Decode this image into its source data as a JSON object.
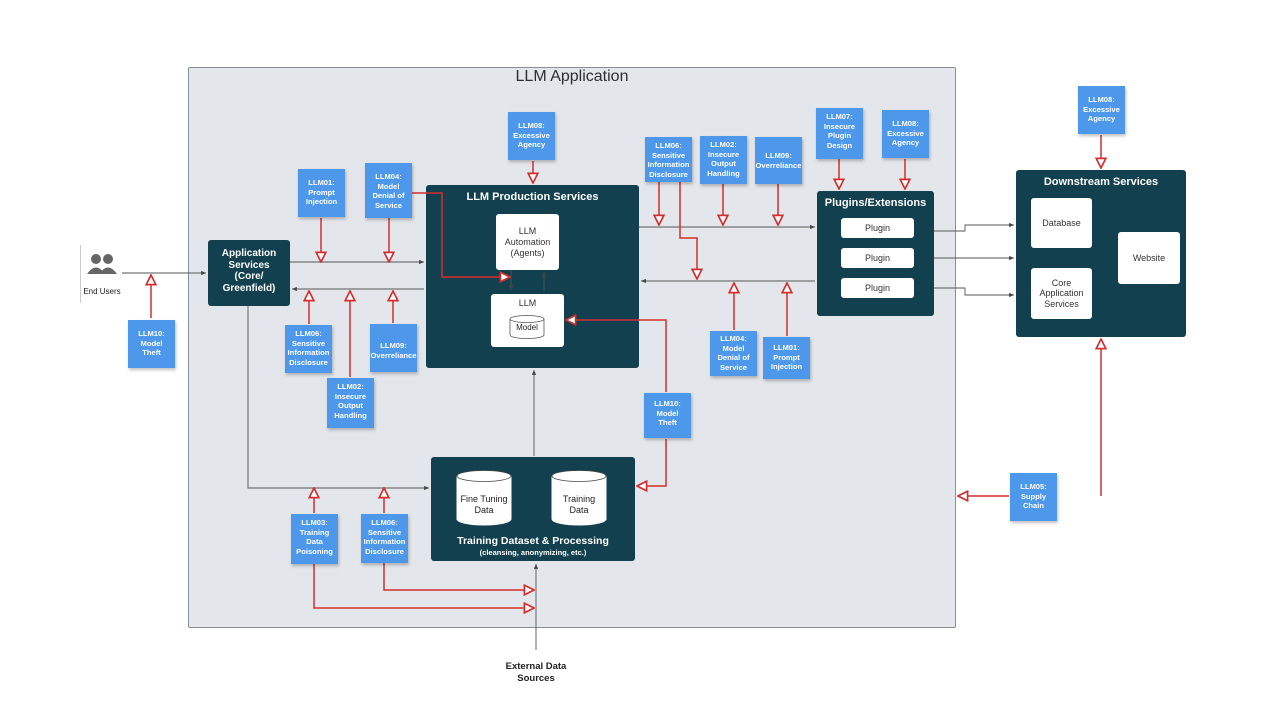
{
  "title": "LLM Application",
  "end_users": {
    "label": "End Users",
    "icon": "users-icon"
  },
  "app_services": {
    "label": "Application\nServices\n(Core/\nGreenfield)"
  },
  "llm_prod": {
    "title": "LLM Production Services",
    "automation": "LLM\nAutomation\n(Agents)",
    "llm": "LLM",
    "model": "Model"
  },
  "plugins": {
    "title": "Plugins/Extensions",
    "items": [
      "Plugin",
      "Plugin",
      "Plugin"
    ]
  },
  "downstream": {
    "title": "Downstream Services",
    "database": "Database",
    "core": "Core\nApplication\nServices",
    "website": "Website"
  },
  "training": {
    "title": "Training Dataset & Processing",
    "subtitle": "(cleansing, anonymizing, etc.)",
    "fine_tuning": "Fine Tuning\nData",
    "training_data": "Training\nData"
  },
  "external": {
    "label": "External Data\nSources"
  },
  "notes": {
    "n1": "LLM10:\nModel\nTheft",
    "n2": "LLM01:\nPrompt\nInjection",
    "n3": "LLM04:\nModel\nDenial of\nService",
    "n4": "LLM08:\nExcessive\nAgency",
    "n5": "LLM06:\nSensitive\nInformation\nDisclosure",
    "n6": "LLM02:\nInsecure\nOutput\nHandling",
    "n7": "LLM09:\nOverreliance",
    "n8": "LLM07:\nInsecure\nPlugin\nDesign",
    "n9": "LLM08:\nExcessive\nAgency",
    "n10": "LLM08:\nExcessive\nAgency",
    "n11": "LLM06:\nSensitive\nInformation\nDisclosure",
    "n12": "LLM09:\nOverreliance",
    "n13": "LLM02:\nInsecure\nOutput\nHandling",
    "n14": "LLM04:\nModel\nDenial of\nService",
    "n15": "LLM01:\nPrompt\nInjection",
    "n16": "LLM10:\nModel\nTheft",
    "n17": "LLM05:\nSupply\nChain",
    "n18": "LLM03:\nTraining\nData\nPoisoning",
    "n19": "LLM06:\nSensitive\nInformation\nDisclosure"
  },
  "colors": {
    "dark": "#12404f",
    "note": "#4e98ec",
    "threat": "#d32f2f",
    "frame": "#e3e6eb"
  }
}
